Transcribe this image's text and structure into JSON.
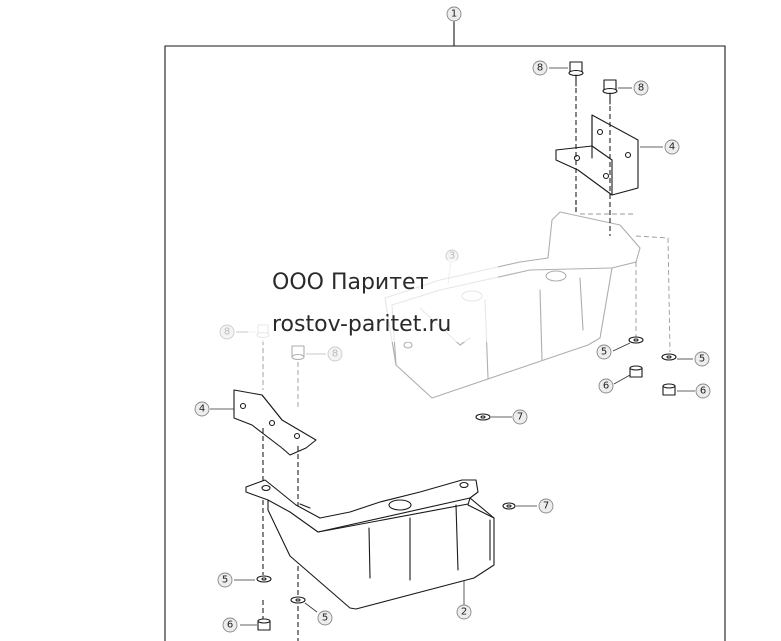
{
  "watermark": {
    "line1": "ООО Паритет",
    "line2": "rostov-paritet.ru"
  },
  "callouts": {
    "c1": "1",
    "c2": "2",
    "c3": "3",
    "c4a": "4",
    "c4b": "4",
    "c5a": "5",
    "c5b": "5",
    "c5c": "5",
    "c5d": "5",
    "c6a": "6",
    "c6b": "6",
    "c6c": "6",
    "c7a": "7",
    "c7b": "7",
    "c8a": "8",
    "c8b": "8",
    "c8c": "8",
    "c8d": "8"
  },
  "colors": {
    "line": "#1a1a1a",
    "callout_fill": "#ededed",
    "callout_stroke": "#888888"
  }
}
